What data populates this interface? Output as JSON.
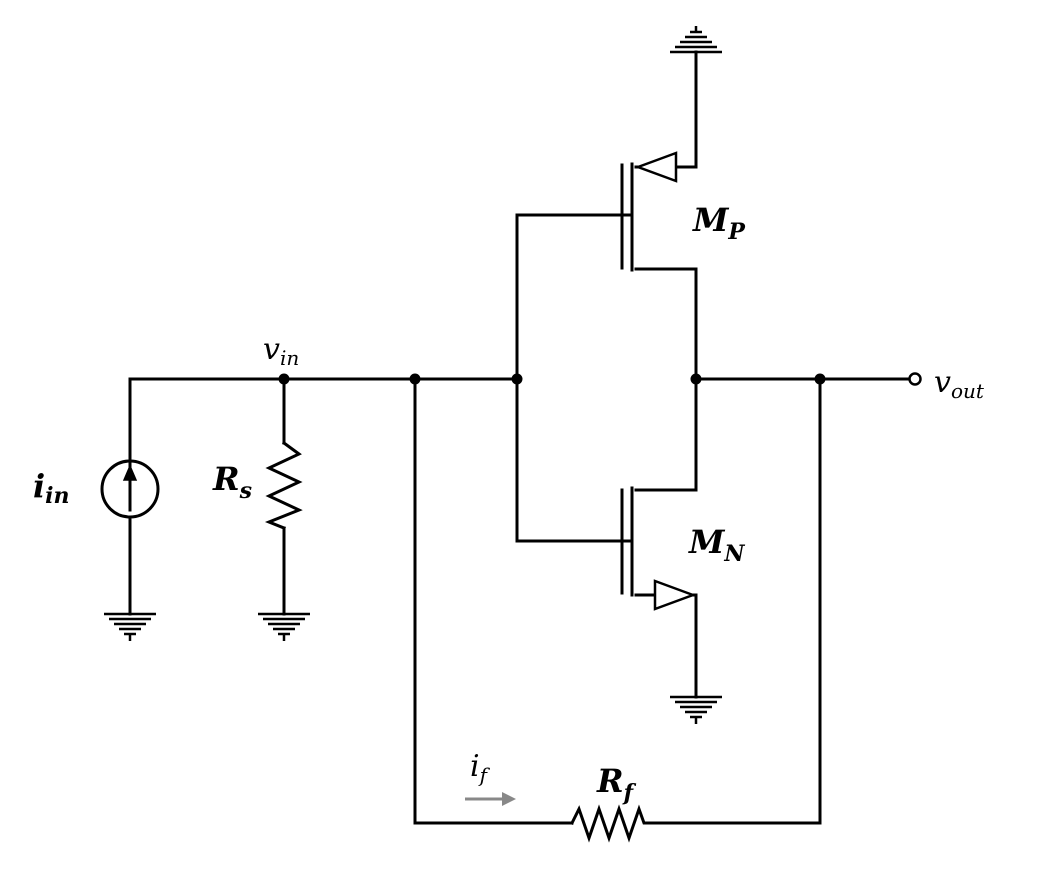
{
  "labels": {
    "vin": {
      "main": "v",
      "sub": "in"
    },
    "vout": {
      "main": "v",
      "sub": "out"
    },
    "iin": {
      "main": "i",
      "sub": "in"
    },
    "rs": {
      "main": "R",
      "sub": "s"
    },
    "mp": {
      "main": "M",
      "sub": "P"
    },
    "mn": {
      "main": "M",
      "sub": "N"
    },
    "if": {
      "main": "i",
      "sub": "f"
    },
    "rf": {
      "main": "R",
      "sub": "f"
    }
  },
  "colors": {
    "wire": "#000000",
    "current_arrow": "#888888"
  }
}
